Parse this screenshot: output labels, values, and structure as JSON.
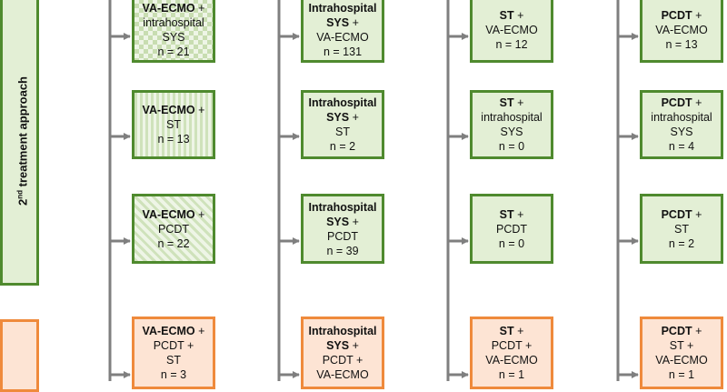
{
  "side_panel": {
    "label_prefix": "2",
    "label_sup": "nd",
    "label_rest": " treatment approach"
  },
  "columns": [
    {
      "boxes": [
        {
          "bold": "VA-ECMO",
          "rest": " +",
          "lines": [
            "intrahospital",
            "SYS",
            "n = 21"
          ],
          "style": "green"
        },
        {
          "bold": "VA-ECMO",
          "rest": " +",
          "lines": [
            "ST",
            "n = 13"
          ],
          "style": "green"
        },
        {
          "bold": "VA-ECMO",
          "rest": " +",
          "lines": [
            "PCDT",
            "n = 22"
          ],
          "style": "green"
        },
        {
          "bold": "VA-ECMO",
          "rest": " +",
          "lines": [
            "PCDT +",
            "ST",
            "n = 3"
          ],
          "style": "orange"
        }
      ]
    },
    {
      "boxes": [
        {
          "bold": "Intrahospital",
          "rest": "",
          "bold2": "SYS",
          "rest2": " +",
          "lines": [
            "VA-ECMO",
            "n = 131"
          ],
          "style": "green"
        },
        {
          "bold": "Intrahospital",
          "rest": "",
          "bold2": "SYS",
          "rest2": " +",
          "lines": [
            "ST",
            "n = 2"
          ],
          "style": "green"
        },
        {
          "bold": "Intrahospital",
          "rest": "",
          "bold2": "SYS",
          "rest2": " +",
          "lines": [
            "PCDT",
            "n = 39"
          ],
          "style": "green"
        },
        {
          "bold": "Intrahospital",
          "rest": "",
          "bold2": "SYS",
          "rest2": " +",
          "lines": [
            "PCDT +",
            "VA-ECMO"
          ],
          "style": "orange"
        }
      ]
    },
    {
      "boxes": [
        {
          "bold": "ST",
          "rest": " +",
          "lines": [
            "VA-ECMO",
            "n = 12"
          ],
          "style": "green"
        },
        {
          "bold": "ST",
          "rest": " +",
          "lines": [
            "intrahospital",
            "SYS",
            "n = 0"
          ],
          "style": "green"
        },
        {
          "bold": "ST",
          "rest": " +",
          "lines": [
            "PCDT",
            "n = 0"
          ],
          "style": "green"
        },
        {
          "bold": "ST",
          "rest": " +",
          "lines": [
            "PCDT +",
            "VA-ECMO",
            "n = 1"
          ],
          "style": "orange"
        }
      ]
    },
    {
      "boxes": [
        {
          "bold": "PCDT",
          "rest": " +",
          "lines": [
            "VA-ECMO",
            "n = 13"
          ],
          "style": "green"
        },
        {
          "bold": "PCDT",
          "rest": " +",
          "lines": [
            "intrahospital",
            "SYS",
            "n = 4"
          ],
          "style": "green"
        },
        {
          "bold": "PCDT",
          "rest": " +",
          "lines": [
            "ST",
            "n = 2"
          ],
          "style": "green"
        },
        {
          "bold": "PCDT",
          "rest": " +",
          "lines": [
            "ST +",
            "VA-ECMO",
            "n = 1"
          ],
          "style": "orange"
        }
      ]
    }
  ],
  "colors": {
    "green_border": "#4f8a2e",
    "green_fill": "#e3efd5",
    "orange_border": "#ef8a3c",
    "orange_fill": "#fde4d4",
    "line": "#7f7f7f"
  }
}
